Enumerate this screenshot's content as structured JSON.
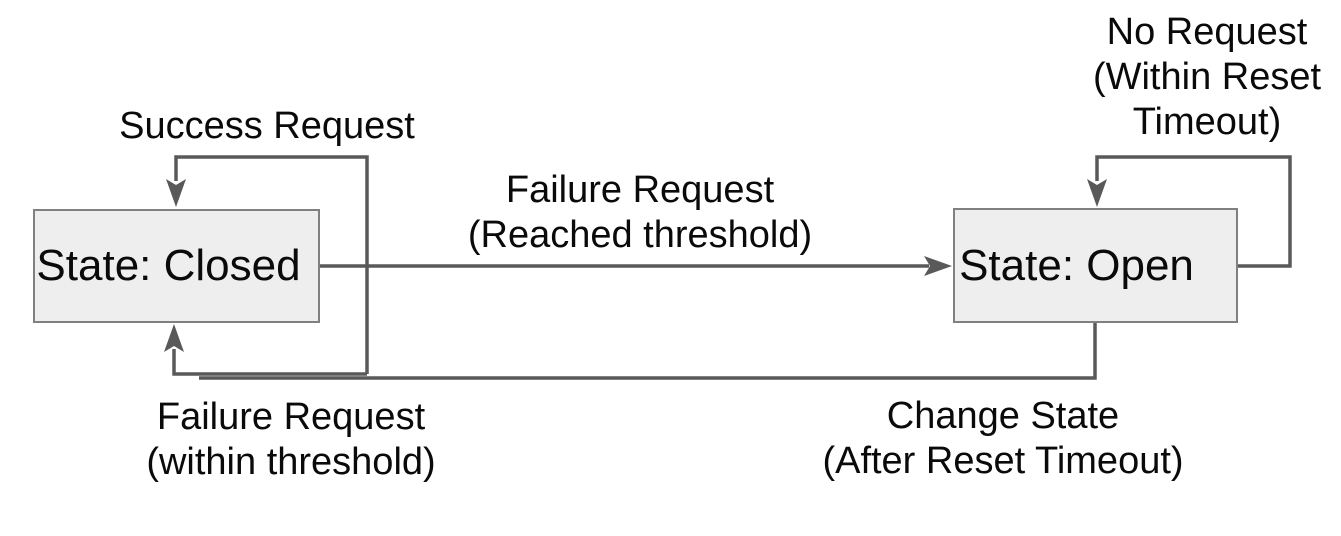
{
  "diagram_type": "state-transition-diagram",
  "states": [
    {
      "id": "closed",
      "label": "State: Closed"
    },
    {
      "id": "open",
      "label": "State: Open"
    }
  ],
  "transitions": [
    {
      "id": "success-request",
      "from": "closed",
      "to": "closed",
      "label_lines": [
        "Success Request"
      ]
    },
    {
      "id": "failure-request-reached",
      "from": "closed",
      "to": "open",
      "label_lines": [
        "Failure Request",
        "(Reached threshold)"
      ]
    },
    {
      "id": "no-request-within-timeout",
      "from": "open",
      "to": "open",
      "label_lines": [
        "No Request",
        "(Within Reset",
        "Timeout)"
      ]
    },
    {
      "id": "failure-request-within",
      "from": "closed",
      "to": "closed",
      "label_lines": [
        "Failure Request",
        "(within threshold)"
      ]
    },
    {
      "id": "change-state-after-timeout",
      "from": "open",
      "to": "closed",
      "label_lines": [
        "Change State",
        "(After Reset Timeout)"
      ]
    }
  ],
  "colors": {
    "line_color": "#595959",
    "box_fill": "#eeeeee",
    "box_border": "#808080",
    "text_color": "#0a0a0a",
    "background": "#ffffff"
  }
}
